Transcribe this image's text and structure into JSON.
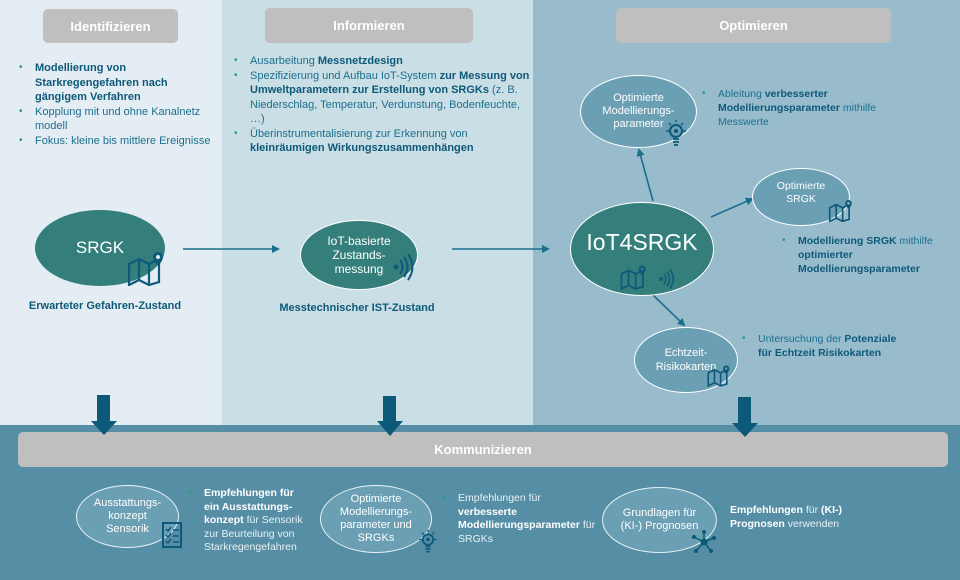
{
  "phases": {
    "identify": "Identifizieren",
    "inform": "Informieren",
    "optimize": "Optimieren",
    "communicate": "Kommunizieren"
  },
  "identify": {
    "bullets": [
      {
        "parts": [
          {
            "text": "Modellierung von Starkregengefahren nach gängigem Verfahren",
            "bold": true
          }
        ]
      },
      {
        "parts": [
          {
            "text": "Kopplung mit und ohne  Kanalnetz modell",
            "bold": false
          }
        ]
      },
      {
        "parts": [
          {
            "text": "Fokus: kleine bis mittlere Ereignisse",
            "bold": false
          }
        ]
      }
    ],
    "node": "SRGK",
    "caption": "Erwarteter Gefahren-Zustand"
  },
  "inform": {
    "bullets": [
      {
        "parts": [
          {
            "text": "Ausarbeitung ",
            "bold": false
          },
          {
            "text": "Messnetzdesign",
            "bold": true
          }
        ]
      },
      {
        "parts": [
          {
            "text": "Spezifizierung und Aufbau IoT-System ",
            "bold": false
          },
          {
            "text": "zur Messung von Umweltparametern zur Erstellung von SRGKs",
            "bold": true
          },
          {
            "text": " (z. B. Niederschlag, Temperatur, Verdunstung, Bodenfeuchte, …)",
            "bold": false
          }
        ]
      },
      {
        "parts": [
          {
            "text": "Überinstrumentalisierung zur Erkennung von ",
            "bold": false
          },
          {
            "text": "kleinräumigen Wirkungszusammenhängen",
            "bold": true
          }
        ]
      }
    ],
    "node": [
      "IoT-basierte",
      "Zustands-",
      "messung"
    ],
    "caption": "Messtechnischer IST-Zustand"
  },
  "optimize": {
    "center": "IoT4SRGK",
    "params_node": [
      "Optimierte",
      "Modellierungs-",
      "parameter"
    ],
    "params_bullet": [
      {
        "text": "Ableitung ",
        "bold": false
      },
      {
        "text": "verbesserter Modellierungsparameter",
        "bold": true
      },
      {
        "text": " mithilfe Messwerte",
        "bold": false
      }
    ],
    "srgk_node": [
      "Optimierte",
      "SRGK"
    ],
    "srgk_bullet": [
      {
        "text": "Modellierung SRGK",
        "bold": true
      },
      {
        "text": " mithilfe ",
        "bold": false
      },
      {
        "text": "optimierter Modellierungsparameter",
        "bold": true
      }
    ],
    "realtime_node": [
      "Echtzeit-",
      "Risikokarten"
    ],
    "realtime_bullet": [
      {
        "text": "Untersuchung der ",
        "bold": false
      },
      {
        "text": "Potenziale für Echtzeit Risikokarten",
        "bold": true
      }
    ]
  },
  "communicate": {
    "items": [
      {
        "node": [
          "Ausstattungs-",
          "konzept",
          "Sensorik"
        ],
        "icon": "checklist-icon",
        "text": [
          {
            "text": "Empfehlungen für ein Ausstattungs-konzept",
            "bold": true
          },
          {
            "text": " für Sensorik zur Beurteilung von Starkregengefahren",
            "bold": false
          }
        ]
      },
      {
        "node": [
          "Optimierte",
          "Modellierungs-",
          "parameter und",
          "SRGKs"
        ],
        "icon": "lightbulb-icon",
        "text": [
          {
            "text": "Empfehlungen für ",
            "bold": false
          },
          {
            "text": "verbesserte Modellierungsparameter",
            "bold": true
          },
          {
            "text": " für SRGKs",
            "bold": false
          }
        ]
      },
      {
        "node": [
          "Grundlagen für",
          "(KI-) Prognosen"
        ],
        "icon": "network-icon",
        "text": [
          {
            "text": "Empfehlungen",
            "bold": true
          },
          {
            "text": " für ",
            "bold": false
          },
          {
            "text": "(KI-) Prognosen",
            "bold": true
          },
          {
            "text": " verwenden",
            "bold": false
          }
        ]
      }
    ]
  },
  "colors": {
    "dark_node": "#347f7b",
    "mid_node": "#6b9fb4",
    "arrow": "#1b6f8e",
    "block_arrow": "#0d5979",
    "phase_box": "#bfbfbf"
  }
}
